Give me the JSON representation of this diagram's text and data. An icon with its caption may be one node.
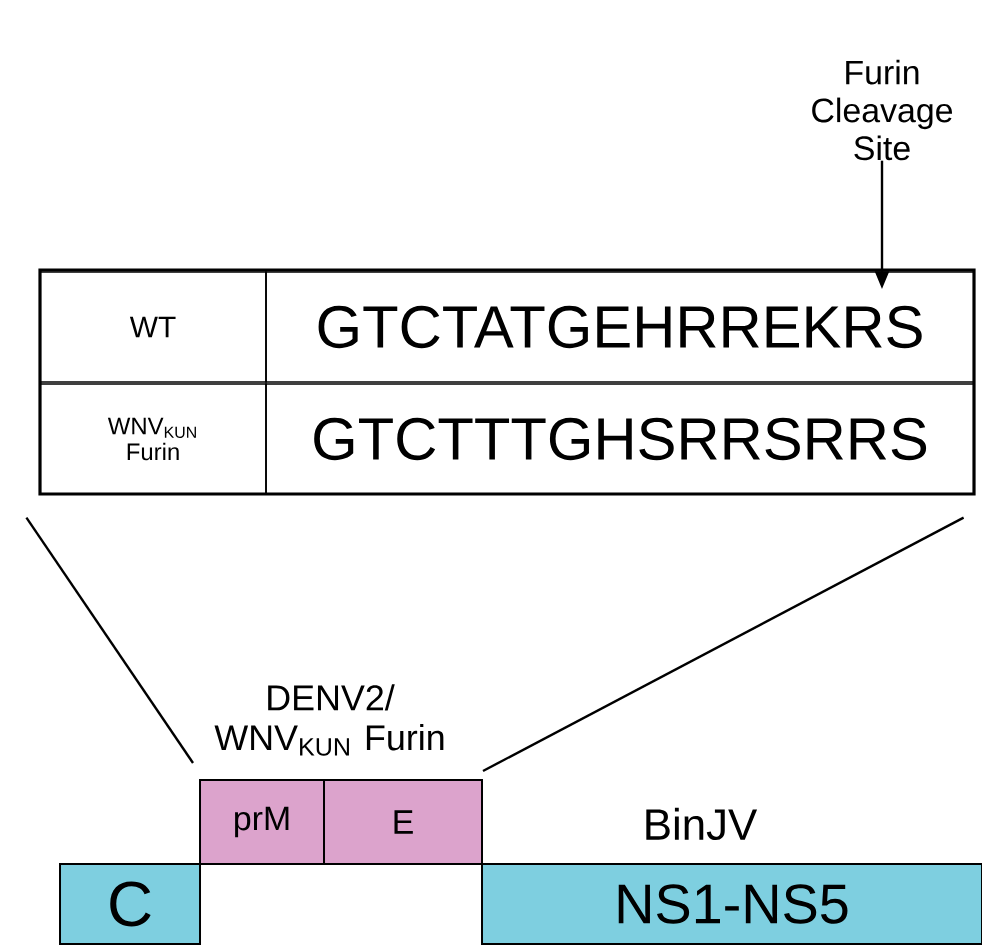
{
  "diagram": {
    "nodes": [
      {
        "text": [
          "Furin Cleavage Site"
        ]
      },
      {
        "text": [],
        "shape": "box"
      },
      {
        "text": [
          "WT"
        ],
        "in": 1
      },
      {
        "text": [
          "GTCTATGEHRREKRS"
        ],
        "in": 1
      },
      {
        "text": [
          "WNV$_{KUN}$ Furin"
        ],
        "in": 1
      },
      {
        "text": [
          "GTCTTTGHSRRSRRS"
        ],
        "in": 1
      },
      {
        "text": [
          "prM"
        ]
      },
      {
        "text": [
          "E"
        ]
      },
      {
        "text": [
          "C"
        ]
      },
      {
        "text": [
          "NS1-NS5"
        ]
      }
    ],
    "edges": [
      {
        "from": 0,
        "to": 3,
        "arrow": "to"
      },
      {
        "from": 1,
        "to": 6,
        "arrow": "none"
      },
      {
        "from": 1,
        "to": 7,
        "arrow": "none"
      }
    ],
    "labels": [
      "DENV2/ WNV$_{KUN}$ Furin",
      "BinJV"
    ]
  }
}
